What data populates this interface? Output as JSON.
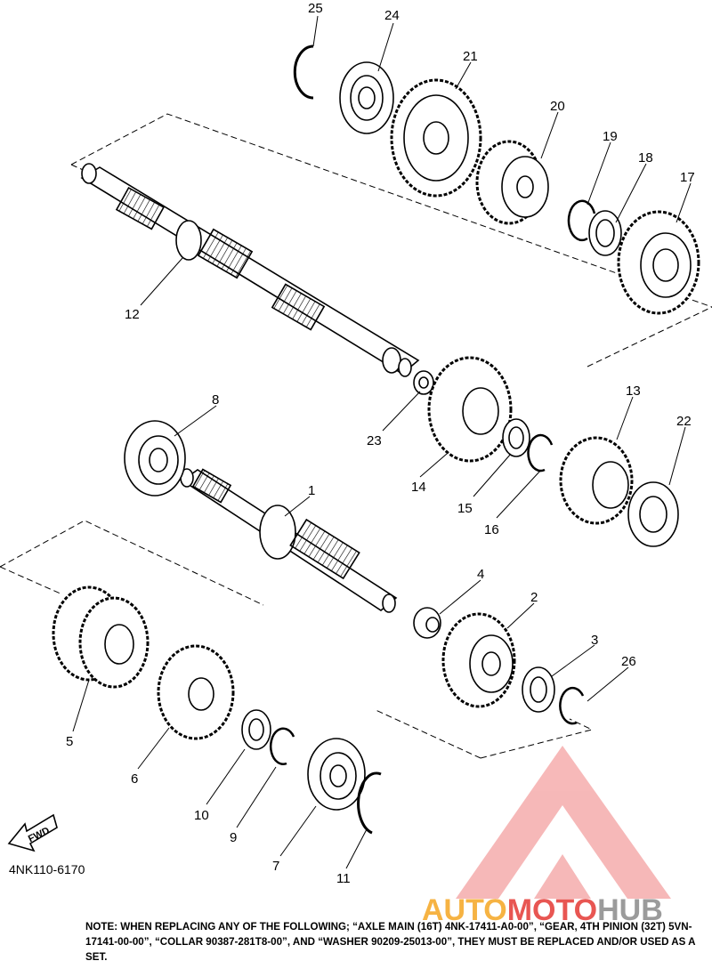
{
  "diagram_code": "4NK110-6170",
  "fwd_label": "FWD",
  "note": "NOTE: WHEN REPLACING ANY OF THE FOLLOWING; “AXLE MAIN (16T) 4NK-17411-A0-00”, “GEAR, 4TH PINION (32T) 5VN-17141-00-00”, “COLLAR 90387-281T8-00”, AND “WASHER 90209-25013-00”, THEY MUST BE REPLACED AND/OR USED AS A SET.",
  "watermark": {
    "part1": "AUTO",
    "part2": "MOTO",
    "part3": "HUB"
  },
  "callouts": [
    "1",
    "2",
    "3",
    "4",
    "5",
    "6",
    "7",
    "8",
    "9",
    "10",
    "11",
    "12",
    "13",
    "14",
    "15",
    "16",
    "17",
    "18",
    "19",
    "20",
    "21",
    "22",
    "23",
    "24",
    "25",
    "26"
  ],
  "colors": {
    "line": "#000000",
    "watermark_red": "#e53935",
    "watermark_orange": "#f5a623",
    "watermark_gray": "#8a8a8a"
  }
}
